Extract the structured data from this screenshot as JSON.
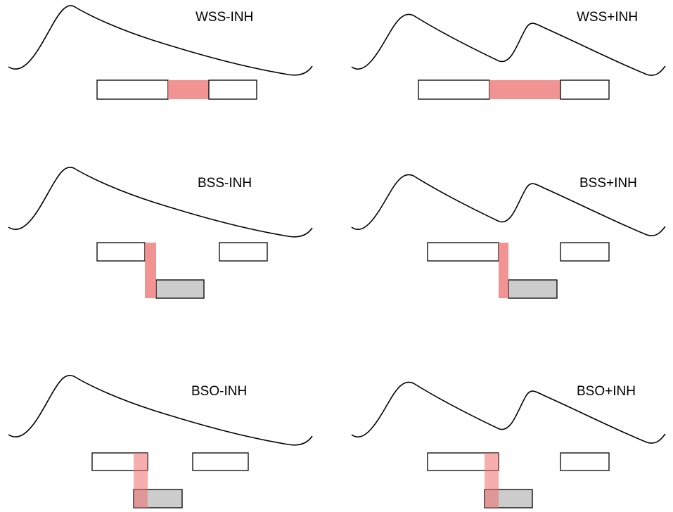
{
  "panels": [
    {
      "id": "wss-inh",
      "label": "WSS-INH"
    },
    {
      "id": "wss-plus-inh",
      "label": "WSS+INH"
    },
    {
      "id": "bss-inh",
      "label": "BSS-INH"
    },
    {
      "id": "bss-plus-inh",
      "label": "BSS+INH"
    },
    {
      "id": "bso-inh",
      "label": "BSO-INH"
    },
    {
      "id": "bso-plus-inh",
      "label": "BSO+INH"
    }
  ],
  "colors": {
    "inhibition": "#f08080",
    "grey_box": "#cccccc",
    "outline": "#000000"
  }
}
